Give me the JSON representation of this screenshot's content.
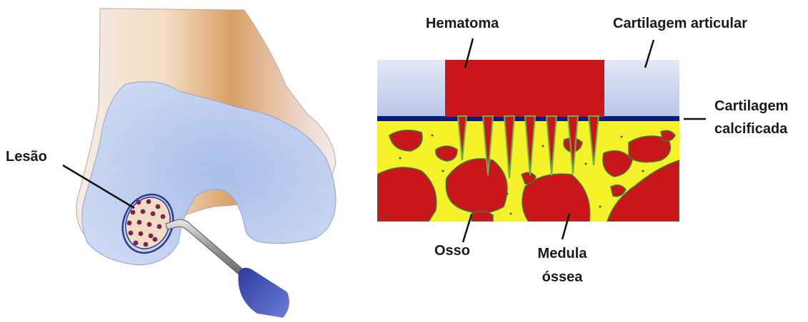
{
  "labels": {
    "lesao": "Lesão",
    "hematoma": "Hematoma",
    "cartilagem_articular": "Cartilagem articular",
    "cartilagem_calcificada_line1": "Cartilagem",
    "cartilagem_calcificada_line2": "calcificada",
    "osso": "Osso",
    "medula_line1": "Medula",
    "medula_line2": "óssea"
  },
  "colors": {
    "hematoma": "#c8161a",
    "articular_cartilage": "#c9d3ec",
    "calcified_cartilage": "#0b1a80",
    "bone": "#f6f22a",
    "marrow": "#c8161a",
    "condyle": "#c4d3f0",
    "femur_shaft": "#d9a066",
    "lesion_fill": "#f3dcc6",
    "lesion_dots": "#7a2456",
    "awl_tip": "#3f4fb3"
  },
  "lesion": {
    "dot_count": 17
  },
  "microfracture": {
    "channel_count": 7
  }
}
